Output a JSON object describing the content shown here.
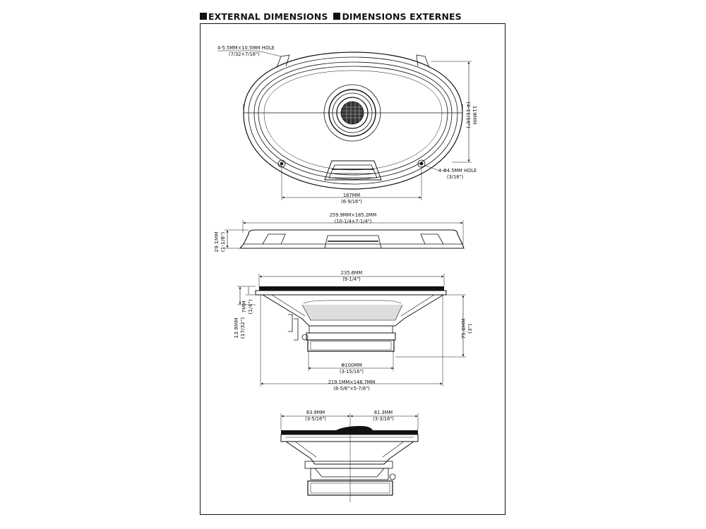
{
  "header": {
    "title_en": "EXTERNAL DIMENSIONS",
    "title_fr": "DIMENSIONS EXTERNES"
  },
  "top_view": {
    "mount_hole": {
      "line1": "4-5.5MM×10.5MM HOLE",
      "line2": "(7/32×7/16\")"
    },
    "height": {
      "line1": "119MM",
      "line2": "(4-11/16\")"
    },
    "small_hole": {
      "line1": "4-Φ4.5MM HOLE",
      "line2": "(3/16\")"
    },
    "hole_spacing": {
      "line1": "167MM",
      "line2": "(6-9/16\")"
    }
  },
  "profile_view": {
    "overall": {
      "line1": "259.9MM×185.2MM",
      "line2": "(10-1/4×7-1/4\")"
    },
    "thickness": {
      "line1": "29.1MM",
      "line2": "(1-1/8\")"
    }
  },
  "side_view": {
    "width": {
      "line1": "235.6MM",
      "line2": "(9-1/4\")"
    },
    "flange": {
      "line1": "7MM",
      "line2": "(1/4\")"
    },
    "tweeter": {
      "line1": "13.9MM",
      "line2": "(17/32\")"
    },
    "depth": {
      "line1": "75.6MM",
      "line2": "(3\")"
    },
    "magnet": {
      "line1": "Φ100MM",
      "line2": "(3-15/16\")"
    },
    "cutout": {
      "line1": "219.1MM×148.7MM",
      "line2": "(8-5/8\"×5-7/8\")"
    }
  },
  "bottom_view": {
    "left_half": {
      "line1": "83.9MM",
      "line2": "(3-5/16\")"
    },
    "right_half": {
      "line1": "81.3MM",
      "line2": "(3-3/16\")"
    }
  }
}
